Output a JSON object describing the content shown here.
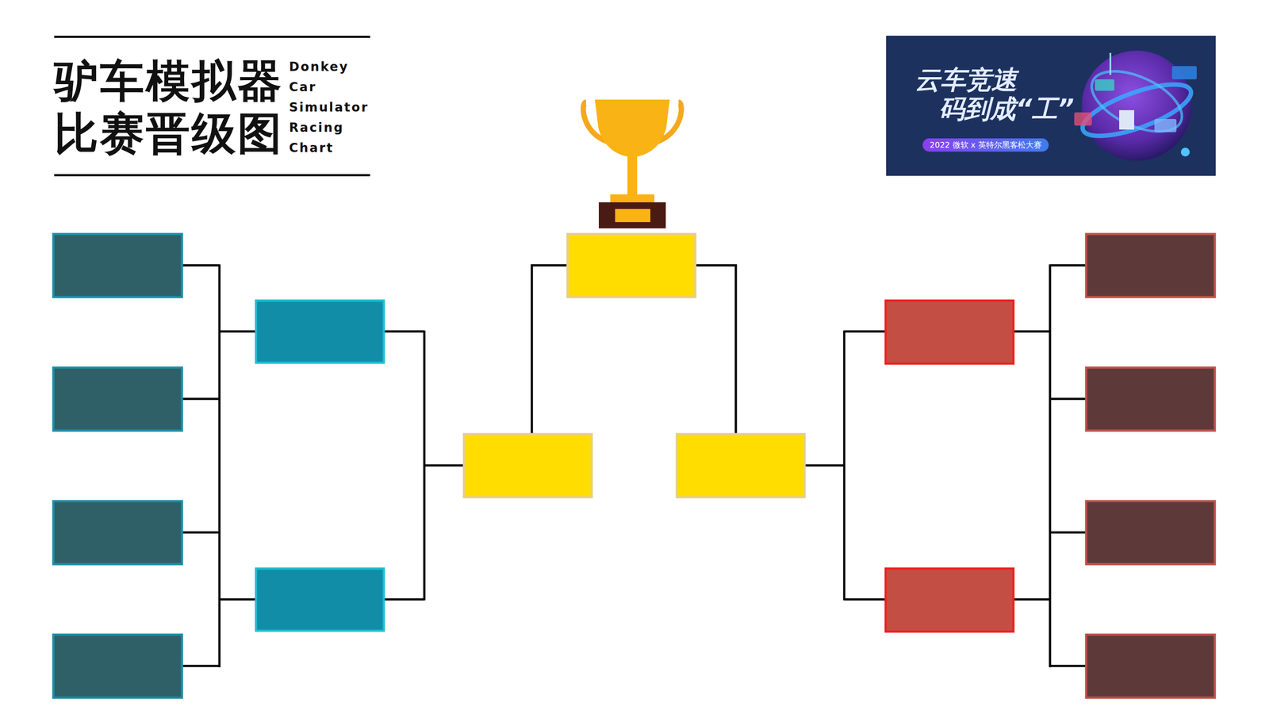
{
  "diagram": {
    "title": "驴车模拟器 比赛晋级图",
    "labels": [
      "Donkey Car Simulator Racing Chart",
      "云车竞速",
      "码到成“工”",
      "2022 微软 x 英特尔黑客松大赛"
    ]
  }
}
